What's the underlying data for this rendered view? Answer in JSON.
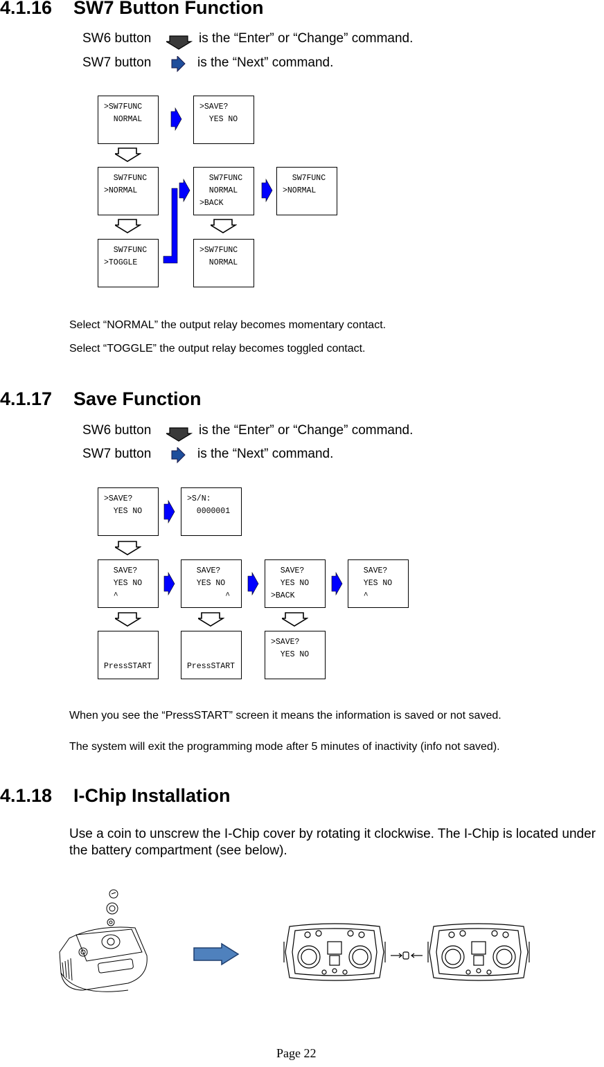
{
  "sections": {
    "sw7": {
      "number": "4.1.16",
      "title": "SW7 Button Function",
      "sw6_label": "SW6 button",
      "sw6_text": "is the “Enter” or “Change” command.",
      "sw7_label": "SW7 button",
      "sw7_text": "is the “Next” command.",
      "screens": {
        "s1": [
          ">SW7FUNC",
          "  NORMAL"
        ],
        "s2": [
          ">SAVE?",
          "  YES NO"
        ],
        "s3": [
          "  SW7FUNC",
          ">NORMAL"
        ],
        "s4": [
          "  SW7FUNC",
          "  NORMAL",
          ">BACK"
        ],
        "s5": [
          "  SW7FUNC",
          ">NORMAL"
        ],
        "s6": [
          "  SW7FUNC",
          ">TOGGLE"
        ],
        "s7": [
          ">SW7FUNC",
          "  NORMAL"
        ]
      },
      "note1": "Select “NORMAL” the output relay becomes momentary contact.",
      "note2": "Select “TOGGLE” the output relay becomes toggled contact."
    },
    "save": {
      "number": "4.1.17",
      "title": "Save Function",
      "sw6_label": "SW6 button",
      "sw6_text": "is the “Enter” or “Change” command.",
      "sw7_label": "SW7 button",
      "sw7_text": "is the “Next” command.",
      "screens": {
        "s1": [
          ">SAVE?",
          "  YES NO"
        ],
        "s2": [
          ">S/N:",
          "  0000001"
        ],
        "s3": [
          "  SAVE?",
          "  YES NO",
          "  ^"
        ],
        "s4": [
          "  SAVE?",
          "  YES NO",
          "        ^"
        ],
        "s5": [
          "  SAVE?",
          "  YES NO",
          ">BACK"
        ],
        "s6": [
          "  SAVE?",
          "  YES NO",
          "  ^"
        ],
        "s7": "PressSTART",
        "s8": "PressSTART",
        "s9": [
          ">SAVE?",
          "  YES NO"
        ]
      },
      "note1": "When you see the “PressSTART” screen it means the information is saved or not saved.",
      "note2": "The system will exit the programming mode after 5 minutes of inactivity (info not saved)."
    },
    "ichip": {
      "number": "4.1.18",
      "title": "I-Chip Installation",
      "body": "Use a coin to unscrew the I-Chip cover by rotating it clockwise. The I-Chip is located under the battery compartment (see below)."
    }
  },
  "footer": {
    "page": "Page 22"
  },
  "colors": {
    "next_arrow": "#0000ff",
    "enter_arrow_outline": "#000000",
    "big_arrow": "#4f81bd"
  },
  "icons": [
    "down-outline-arrow-icon",
    "right-blue-arrow-icon"
  ]
}
